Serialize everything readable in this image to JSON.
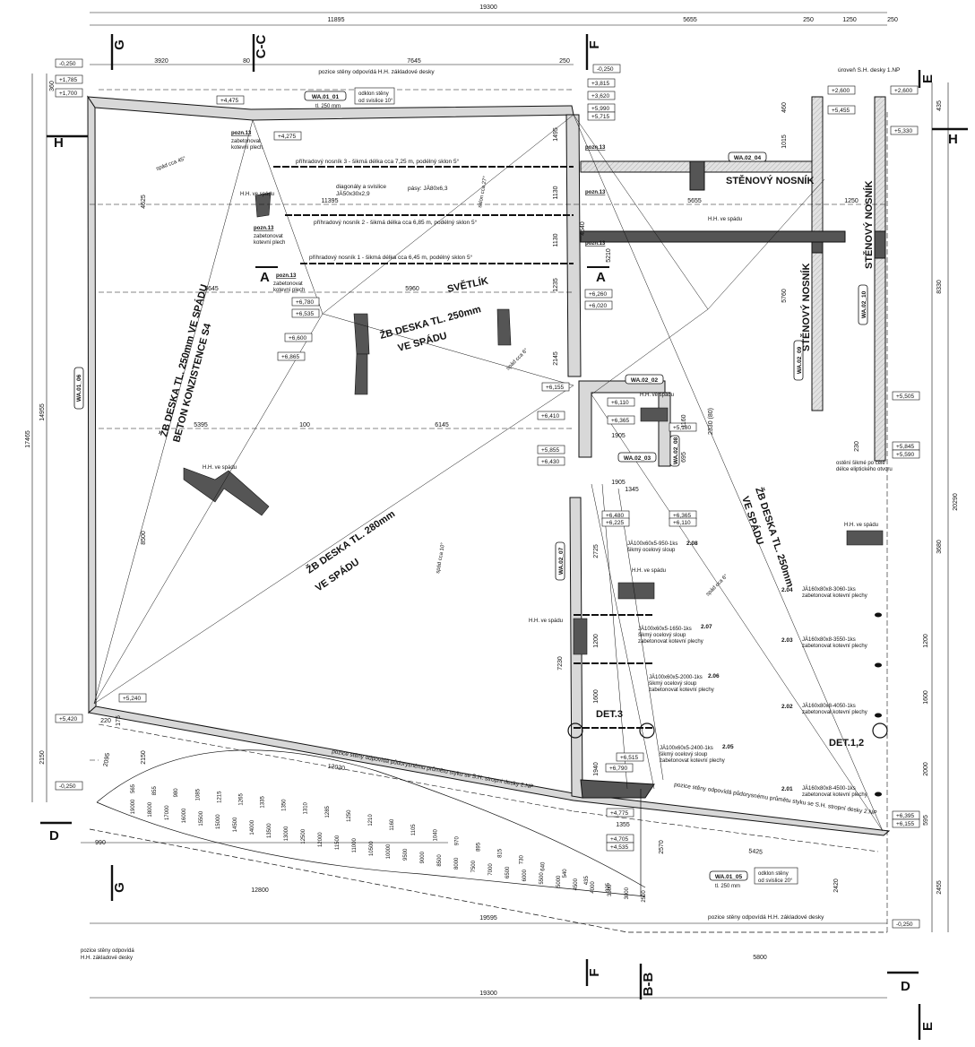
{
  "colors": {
    "ink": "#111111",
    "wall": "#d8d8d8",
    "beam": "#555555",
    "paper": "#ffffff"
  },
  "dims": {
    "top_total": "19300",
    "top_left": "11895",
    "top_mid": "5655",
    "top_r1": "250",
    "top_r2": "1250",
    "top_r3": "250",
    "t2_a": "3920",
    "t2_b": "80",
    "t2_c": "7645",
    "t2_d": "250",
    "left_total": "17465",
    "left_a": "14955",
    "left_b": "2150",
    "left_c": "360",
    "right_total": "20290",
    "right_a": "8330",
    "right_b": "3680",
    "right_c": "2455",
    "right_d": "435",
    "bottom_total": "19300",
    "bottom_long": "19595",
    "bottom_12800": "12800",
    "bottom_990": "990",
    "bottom_5800": "5800",
    "d_11395": "11395",
    "d_5655b": "5655",
    "d_1250b": "1250",
    "d_5645": "5645",
    "d_5960": "5960",
    "d_5395": "5395",
    "d_6145": "6145",
    "d_100": "100",
    "d_8500": "8500",
    "d_4625": "4625",
    "d_1495": "1495",
    "d_1130a": "1130",
    "d_1130b": "1130",
    "d_1235": "1235",
    "d_4640": "4640",
    "d_5210": "5210",
    "d_2145": "2145",
    "d_1160": "1160",
    "d_2330": "2330 (80)",
    "d_695": "695",
    "d_7230": "7230",
    "d_2725": "2725",
    "d_1905a": "1905",
    "d_1905b": "1905",
    "d_1345": "1345",
    "d_1200a": "1200",
    "d_1600a": "1600",
    "d_1940": "1940",
    "d_12020": "12020",
    "d_1355": "1355",
    "d_5425": "5425",
    "d_2420": "2420",
    "d_2570": "2570",
    "d_5760": "5760",
    "d_1015": "1015",
    "d_1200b": "1200",
    "d_1600b": "1600",
    "d_2000": "2000",
    "d_595": "595",
    "d_460": "460",
    "d_230": "230",
    "d_2150": "2150",
    "d_2095": "2095",
    "d_220": "220",
    "d_175": "175"
  },
  "levels": {
    "l1": "-0,250",
    "l2": "+1,785",
    "l3": "+1,700",
    "l4": "+4,475",
    "l5": "+4,275",
    "l6": "+3,815",
    "l7": "+3,620",
    "l8": "+5,990",
    "l9": "+5,715",
    "l10": "-0,250",
    "l11": "+2,600",
    "l12": "+2,600",
    "l13": "+5,455",
    "l14": "+5,330",
    "l15": "+6,780",
    "l16": "+6,535",
    "l17": "+6,600",
    "l18": "+6,865",
    "l19": "+6,260",
    "l20": "+6,020",
    "l21": "+6,155",
    "l22": "+6,410",
    "l23": "+6,110",
    "l24": "+6,365",
    "l25": "+5,180",
    "l26": "+5,855",
    "l27": "+6,430",
    "l28": "+6,365",
    "l29": "+6,110",
    "l30": "+6,480",
    "l31": "+6,225",
    "l32": "+5,505",
    "l33": "+5,845",
    "l34": "+5,590",
    "l35": "+5,240",
    "l36": "+5,420",
    "l37": "-0,250",
    "l38": "+6,515",
    "l39": "+6,790",
    "l40": "+4,775",
    "l41": "+4,705",
    "l42": "+4,535",
    "l43": "+6,395",
    "l44": "+6,155",
    "l45": "-0,250"
  },
  "sections": {
    "g": "G",
    "cc": "C-C",
    "f": "F",
    "e": "E",
    "h": "H",
    "a": "A",
    "d": "D",
    "bb": "B-B"
  },
  "labels": {
    "wa0101": "WA.01_01",
    "wa0101_sub": "tl. 250 mm",
    "wa0101_odk": "odklon stěny\nod svislice 10°",
    "wa0102": "WA.01_06",
    "wa0204": "WA.02_04",
    "wa0202": "WA.02_02",
    "wa0203": "WA.02_03",
    "wa0208": "WA.02_08",
    "wa0207": "WA.02_07",
    "wa0209": "WA.02_09",
    "wa0210": "WA.02_10",
    "wa0105": "WA.01_05",
    "wa0105_sub": "tl. 250 mm",
    "wa0105_odk": "odklon stěny\nod svislice 20°",
    "pos_top": "pozice stěny odpovídá H.H. základové desky",
    "pos_bottom": "pozice stěny odpovídá H.H. základové desky",
    "pos_mid": "pozice stěny odpovídá půdorysnému průmětu styku se S.H. stropní desky 2.NP",
    "pos_mid2": "pozice stěny odpovídá půdorysnému průmětu styku se S.H. stropní desky 2.NP",
    "pos_left": "pozice stěny odpovídá H.H. základové desky",
    "uroven": "úroveň S.H. desky 1.NP",
    "prihr3": "příhradový nosník 3 - šikmá délka cca 7,25 m, podélný sklon 5°",
    "prihr2": "příhradový nosník 2 - šikmá délka cca 6,85 m, podélný sklon 5°",
    "prihr1": "příhradový nosník 1 - šikmá délka cca 6,45 m, podélný sklon 5°",
    "diag": "diagonály a svislice\nJÄ50x30x2,9",
    "pasy": "pásy: JÄ80x6,3",
    "pozn13": "pozn.13",
    "zabet": "zabetonovat\nkotevní plech",
    "svetlik": "SVĚTLÍK",
    "stenovy1": "STĚNOVÝ NOSNÍK",
    "stenovy2": "STĚNOVÝ NOSNÍK",
    "stenovy3": "STĚNOVÝ NOSNÍK",
    "zb250a": "ŽB DESKA TL. 250mm",
    "zb250a2": "VE SPÁDU",
    "zb_left": "ŽB DESKA TL. 250mm VE SPÁDU",
    "zb_left2": "BETON KONZISTENCE S4",
    "zb280": "ŽB DESKA TL. 280mm",
    "zb280b": "VE SPÁDU",
    "zb_right": "ŽB DESKA TL. 250mm",
    "zb_right2": "VE SPÁDU",
    "hh": "H.H. ve spádu",
    "spad45": "spád cca 45°",
    "spad27": "sklon cca 27°",
    "spad6": "spád cca 6°",
    "spad10": "spád cca 10°",
    "spad6b": "spád cca 6°",
    "osteni": "ostění šikmé po celé\ndélce eliptického otvoru",
    "c208": "2.08",
    "c208t": "JÄ100x60x5-950-1ks\nšikmý ocelový sloup",
    "c207": "2.07",
    "c207t": "JÄ100x60x5-1650-1ks\nšikmý ocelový sloup\nzabetonovat kotevní plechy",
    "c206": "2.06",
    "c206t": "JÄ100x60x5-2000-1ks\nšikmý ocelový sloup\nzabetonovat kotevní plechy",
    "c205": "2.05",
    "c205t": "JÄ100x60x5-2400-1ks\nšikmý ocelový sloup\nzabetonovat kotevní plechy",
    "c204": "2.04",
    "c204t": "JÄ160x80x8-3060-1ks\nzabetonovat kotevní plechy",
    "c203": "2.03",
    "c203t": "JÄ160x80x8-3550-1ks\nzabetonovat kotevní plechy",
    "c202": "2.02",
    "c202t": "JÄ160x80x8-4050-1ks\nzabetonovat kotevní plechy",
    "c201": "2.01",
    "c201t": "JÄ160x80x8-4500-1ks\nzabetonovat kotevní plechy",
    "det3": "DET.3",
    "det12": "DET.1,2"
  },
  "stairs": [
    "19000",
    "18000",
    "17000",
    "16000",
    "15500",
    "15000",
    "14500",
    "14000",
    "13500",
    "13000",
    "12500",
    "12000",
    "11500",
    "11000",
    "10500",
    "10000",
    "9500",
    "9000",
    "8500",
    "8000",
    "7500",
    "7000",
    "6500",
    "6000",
    "5500",
    "5000",
    "4500",
    "4000",
    "3500",
    "3000",
    "2500"
  ],
  "stair_w": [
    "565",
    "855",
    "980",
    "1085",
    "1215",
    "1265",
    "1335",
    "1350",
    "1310",
    "1285",
    "1250",
    "1210",
    "1160",
    "1105",
    "1040",
    "970",
    "895",
    "815",
    "730",
    "640",
    "540",
    "435",
    "325"
  ]
}
